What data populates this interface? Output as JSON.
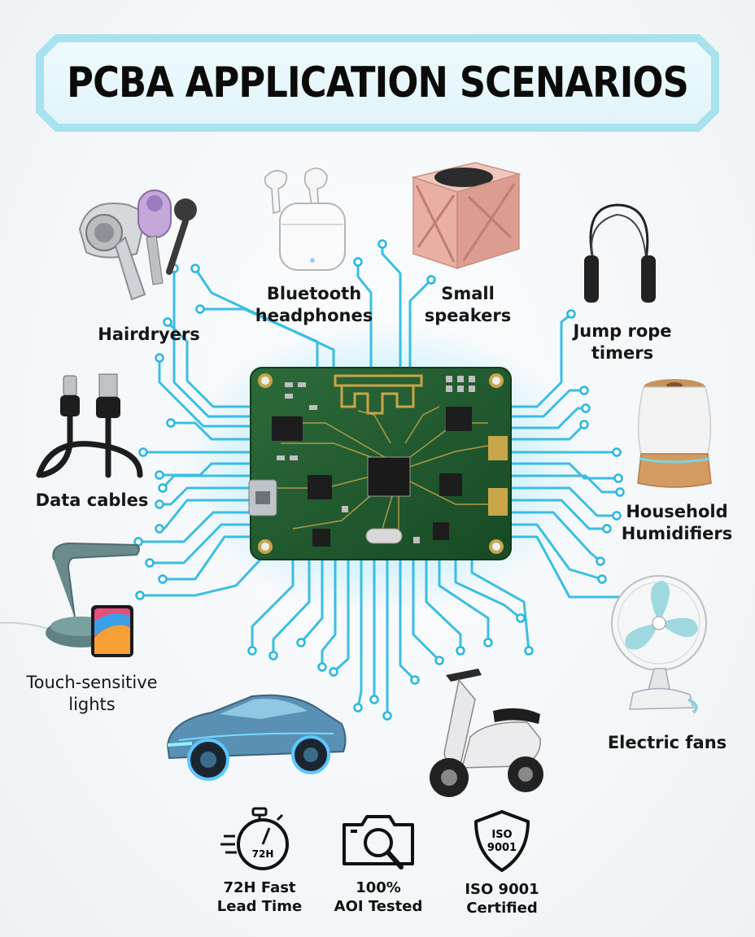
{
  "title": "PCBA APPLICATION SCENARIOS",
  "applications": {
    "hairdryers": {
      "label": "Hairdryers",
      "icon": "hairdryer-icon"
    },
    "headphones": {
      "label_line1": "Bluetooth",
      "label_line2": "headphones",
      "icon": "earbuds-icon"
    },
    "speakers": {
      "label_line1": "Small",
      "label_line2": "speakers",
      "icon": "speaker-cube-icon"
    },
    "jump_rope": {
      "label_line1": "Jump rope",
      "label_line2": "timers",
      "icon": "jump-rope-icon"
    },
    "data_cables": {
      "label": "Data cables",
      "icon": "usb-cable-icon"
    },
    "humidifiers": {
      "label_line1": "Household",
      "label_line2": "Humidifiers",
      "icon": "humidifier-icon"
    },
    "touch_lights": {
      "label_line1": "Touch-sensitive",
      "label_line2": "lights",
      "icon": "desk-lamp-icon"
    },
    "fans": {
      "label": "Electric fans",
      "icon": "fan-icon"
    },
    "vehicle": {
      "icon": "electric-car-icon"
    },
    "scooter": {
      "icon": "electric-scooter-icon"
    }
  },
  "features": [
    {
      "line1": "72H Fast",
      "line2": "Lead Time",
      "icon": "stopwatch-icon",
      "icon_text": "72H"
    },
    {
      "line1": "100%",
      "line2": "AOI Tested",
      "icon": "camera-magnifier-icon"
    },
    {
      "line1": "ISO 9001",
      "line2": "Certified",
      "icon": "shield-icon",
      "icon_text_1": "ISO",
      "icon_text_2": "9001"
    }
  ],
  "colors": {
    "trace": "#27b8e0",
    "board": "#1f5a2e",
    "banner_border": "#a8e2ee",
    "banner_fill": "#e6f6fa"
  }
}
